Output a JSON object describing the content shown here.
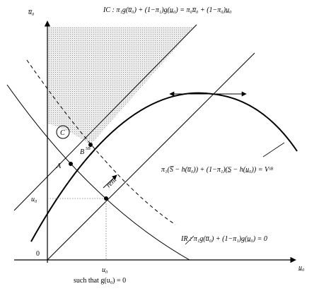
{
  "axes": {
    "y_label": "u̅₀",
    "x_label": "u̲₀",
    "origin_label": "0"
  },
  "labels": {
    "ic": "IC : π₁g(u̅₀) + (1−π₁)g(u̲₀) = π₀u̅₀ + (1−π₀)u̲₀",
    "ir": "IR : π₁g(u̅₀) + (1−π₁)g(u̲₀) = 0",
    "objective": "π₁(S̅ − h(u̅₀)) + (1−π₁)(S̲ − h(u̲₀)) = Vˢᴮ",
    "region_c": "C",
    "point_a": "A",
    "point_b": "B",
    "point_b_sup": "SB",
    "rent": "rent",
    "y_tick": "u₀",
    "x_tick": "u₀",
    "x_tick_note": "such that g(u₀) = 0"
  }
}
